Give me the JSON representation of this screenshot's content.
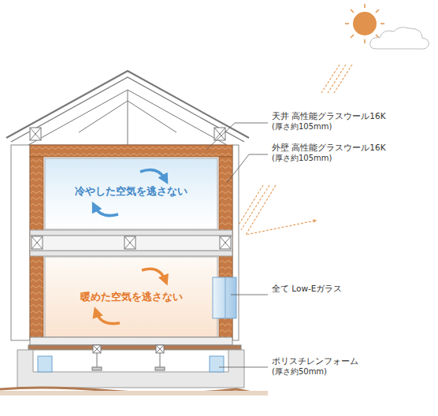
{
  "diagram": {
    "nodes": [
      {
        "text": [
          "冷やした空気を逃さない"
        ]
      },
      {
        "text": [
          "暖めた空気を逃さない"
        ]
      }
    ],
    "labels": [
      "天井 高性能グラスウール16K",
      "(厚さ約105mm)",
      "外壁 高性能グラスウール16K",
      "(厚さ約105mm)",
      "全て Low-Eガラス",
      "ポリスチレンフォーム",
      "(厚さ約50mm)"
    ]
  }
}
